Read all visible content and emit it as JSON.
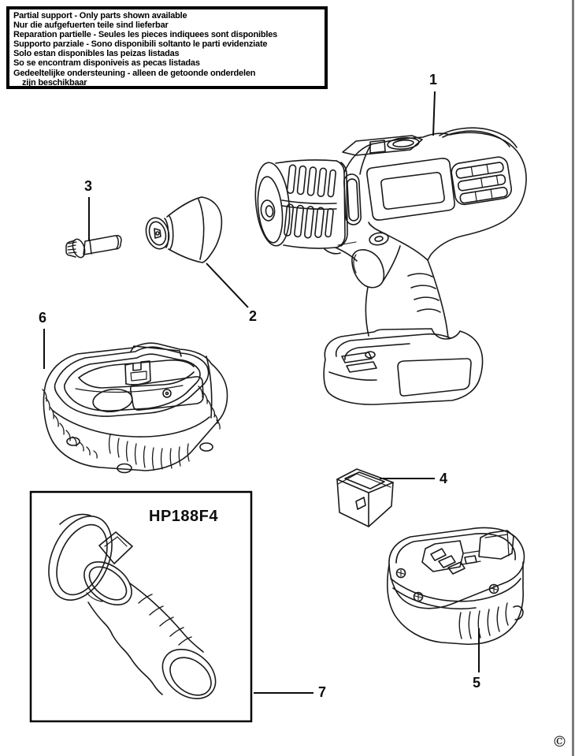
{
  "banner": {
    "lines": [
      "Partial support - Only parts shown available",
      "Nur die aufgefuerten teile sind lieferbar",
      "Reparation partielle - Seules les pieces indiquees sont disponibles",
      "Supporto parziale - Sono disponibili soltanto le parti evidenziate",
      "Solo estan disponibles las peizas listadas",
      "So se encontram disponiveis as pecas listadas",
      "Gedeeltelijke ondersteuning - alleen de getoonde onderdelen",
      "zijn beschikbaar"
    ]
  },
  "callouts": [
    {
      "label": "1"
    },
    {
      "label": "2"
    },
    {
      "label": "3"
    },
    {
      "label": "4"
    },
    {
      "label": "5"
    },
    {
      "label": "6"
    },
    {
      "label": "7"
    }
  ],
  "box": {
    "model": "HP188F4"
  },
  "footer": {
    "copyright": "©"
  },
  "colors": {
    "line": "#1a1a1a",
    "banner_border": "#000000",
    "page_edge": "#7a7a7a",
    "background": "#ffffff"
  }
}
